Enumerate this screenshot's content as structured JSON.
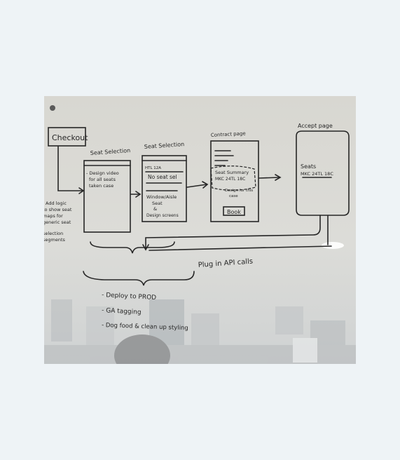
{
  "photo": {
    "subject": "whiteboard-sketch",
    "colors": {
      "background": "#eef3f6",
      "board": "#d9d9d4",
      "ink": "#262626"
    }
  },
  "board": {
    "checkout": "Checkout",
    "seat_selection_1": {
      "title": "Seat Selection",
      "note_1": "- Design video",
      "note_2": "for all seats",
      "note_3": "taken case"
    },
    "seat_selection_2": {
      "title": "Seat Selection",
      "line_1": "HTL 12A",
      "line_2": "No seat sel",
      "line_3": "Window/Aisle",
      "line_4": "Seat",
      "line_5": "&",
      "line_6": "Design screens"
    },
    "contract_page": {
      "title": "Contract page",
      "seat_summary": "Seat Summary",
      "seats_value": "MKC 24TL 18C",
      "design_note_1": "Design for this",
      "design_note_2": "case",
      "book_button": "Book"
    },
    "accept_page": {
      "title": "Accept page",
      "seats_label": "Seats",
      "seats_value": "MKC 24TL 18C"
    },
    "left_notes": [
      "Add logic",
      "to show seat",
      "maps for",
      "generic seat",
      "selection",
      "segments"
    ],
    "api_note": "Plug in API calls",
    "todo": [
      "- Deploy to PROD",
      "- GA tagging",
      "- Dog food & clean up styling"
    ]
  }
}
